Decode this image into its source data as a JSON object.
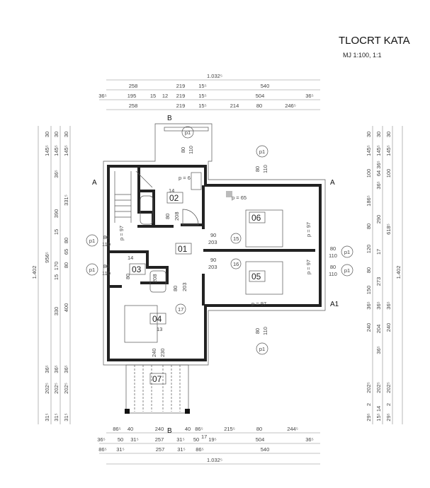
{
  "title": "TLOCRT KATA",
  "scale": "MJ 1:100, 1:1",
  "rooms": {
    "r01": "01",
    "r02": "02",
    "r03": "03",
    "r04": "04",
    "r05": "05",
    "r06": "06",
    "r07": "07"
  },
  "sections": {
    "a": "A",
    "a1": "A1",
    "b": "B"
  },
  "window_tag": "p1",
  "window_w": "80",
  "window_h": "110",
  "annotations": {
    "p65": "p = 65",
    "p97": "p = 97",
    "p6": "p = 6",
    "n14": "14",
    "n13": "13",
    "d80": "80",
    "d203": "203",
    "d208": "208",
    "d90": "90",
    "c15": "15",
    "c16": "16",
    "c17": "17",
    "h240": "240",
    "h230": "230",
    "b17": "17"
  },
  "dims": {
    "top": [
      [
        "1.032⁵"
      ],
      [
        "258",
        "219",
        "15⁵",
        "540"
      ],
      [
        "36⁵",
        "195",
        "15",
        "12",
        "219",
        "15⁵",
        "504",
        "36⁵"
      ],
      [
        "258",
        "219",
        "15⁵",
        "214",
        "80",
        "246⁵"
      ]
    ],
    "bottom": [
      [
        "86⁵",
        "40",
        "240",
        "40",
        "86⁵",
        "215⁵",
        "80",
        "244⁵"
      ],
      [
        "36⁵",
        "50",
        "31⁵",
        "257",
        "31⁵",
        "50",
        "19⁵",
        "504",
        "36⁵"
      ],
      [
        "86⁵",
        "31⁵",
        "257",
        "31⁵",
        "86⁵",
        "540"
      ],
      [
        "1.032⁵"
      ]
    ],
    "left": [
      [
        "1.402"
      ],
      [
        "30",
        "145⁵",
        "956⁵",
        "36⁵",
        "202⁵",
        "31⁵"
      ],
      [
        "30",
        "145⁵",
        "36⁵",
        "390",
        "15",
        "170",
        "15",
        "330",
        "36⁵",
        "202⁵",
        "31⁵"
      ],
      [
        "30",
        "145⁵",
        "331⁵",
        "80",
        "65",
        "80",
        "400",
        "36⁵",
        "202⁵",
        "31⁵"
      ]
    ],
    "right": [
      [
        "30",
        "145⁵",
        "100",
        "186⁵",
        "80",
        "120",
        "80",
        "150",
        "36⁵",
        "240",
        "202⁵",
        "2",
        "29⁵"
      ],
      [
        "30",
        "145⁵",
        "36⁵",
        "64",
        "36⁵",
        "290",
        "17",
        "273",
        "36⁵",
        "204",
        "36⁵",
        "202⁵",
        "14",
        "15⁵"
      ],
      [
        "30",
        "145⁵",
        "100",
        "618⁵",
        "36⁵",
        "240",
        "202⁵",
        "2",
        "29⁵"
      ],
      [
        "1.402"
      ]
    ]
  }
}
